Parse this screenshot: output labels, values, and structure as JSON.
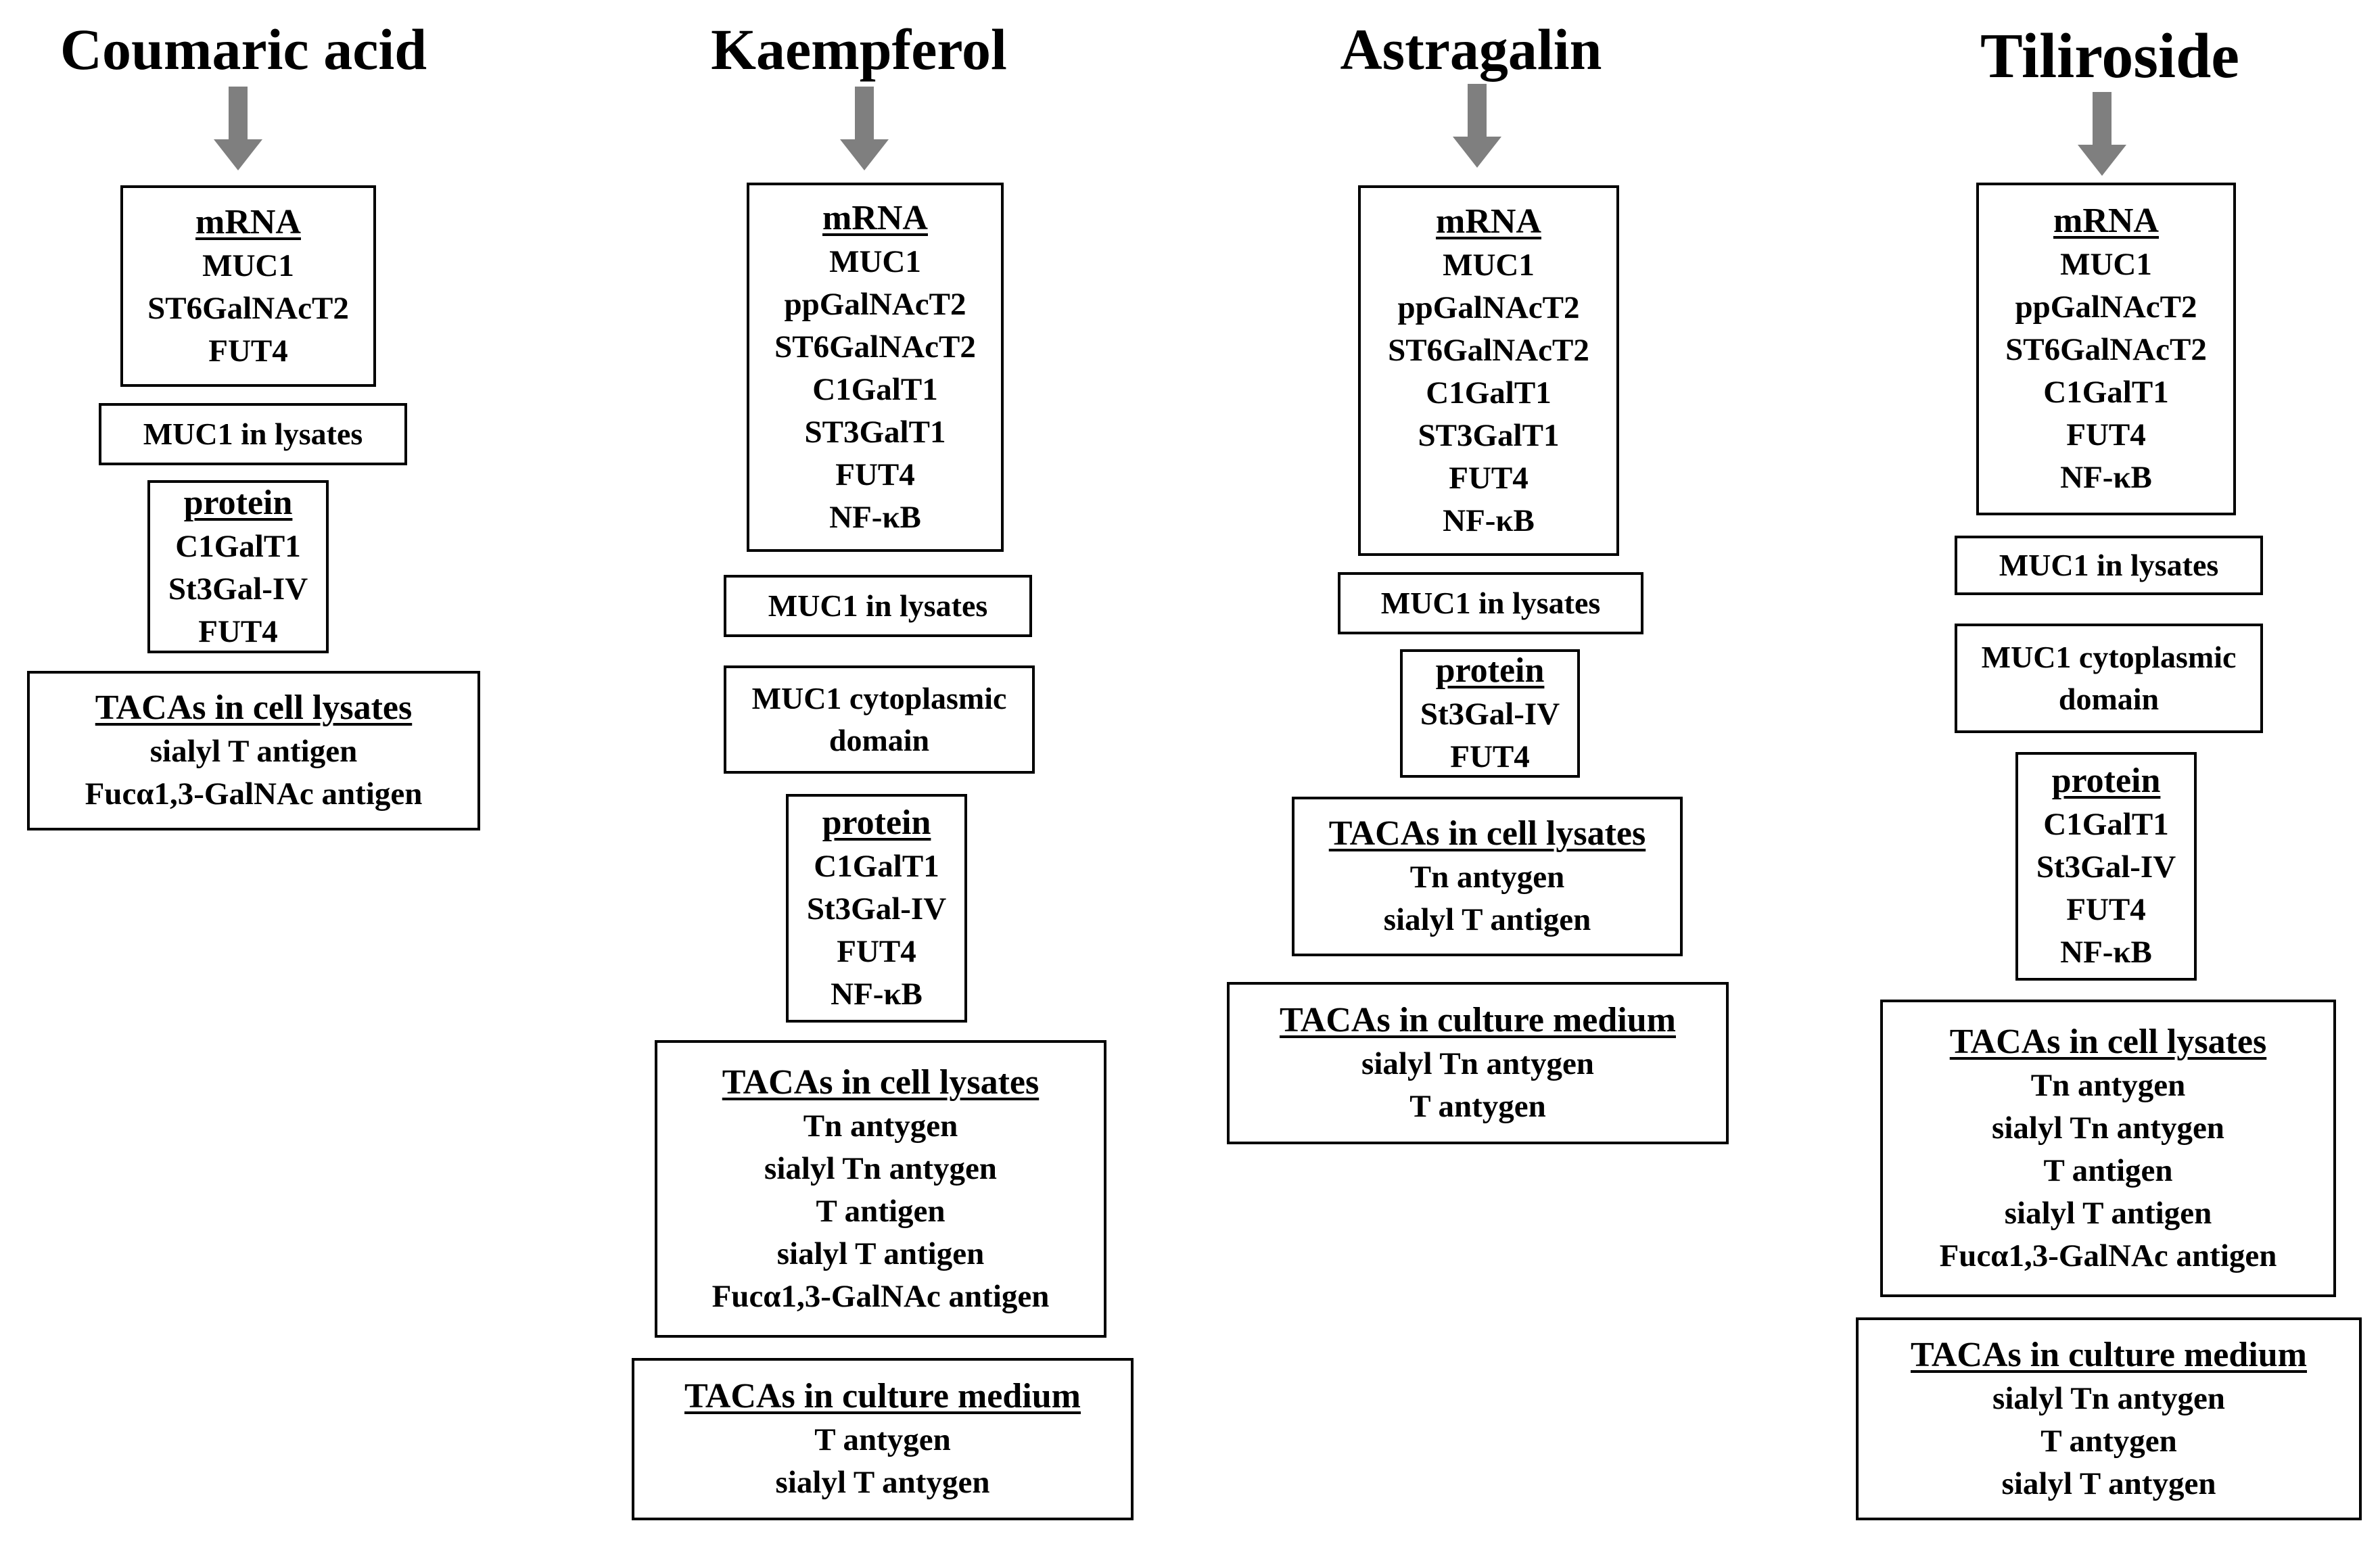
{
  "columns": [
    {
      "title": "Coumaric acid",
      "boxes": [
        {
          "heading": "mRNA",
          "lines": [
            "MUC1",
            "ST6GalNAcT2",
            "FUT4"
          ]
        },
        {
          "heading": null,
          "lines": [
            "MUC1 in lysates"
          ]
        },
        {
          "heading": "protein",
          "lines": [
            "C1GalT1",
            "St3Gal-IV",
            "FUT4"
          ]
        },
        {
          "heading": "TACAs in cell lysates",
          "lines": [
            "sialyl T antigen",
            "Fucα1,3-GalNAc  antigen"
          ]
        }
      ]
    },
    {
      "title": "Kaempferol",
      "boxes": [
        {
          "heading": "mRNA",
          "lines": [
            "MUC1",
            "ppGalNAcT2",
            "ST6GalNAcT2",
            "C1GalT1",
            "ST3GalT1",
            "FUT4",
            "NF-κB"
          ]
        },
        {
          "heading": null,
          "lines": [
            "MUC1 in lysates"
          ]
        },
        {
          "heading": null,
          "lines": [
            "MUC1 cytoplasmic",
            "domain"
          ]
        },
        {
          "heading": "protein",
          "lines": [
            "C1GalT1",
            "St3Gal-IV",
            "FUT4",
            "NF-κB"
          ]
        },
        {
          "heading": "TACAs in cell lysates",
          "lines": [
            "Tn antygen",
            "sialyl Tn antygen",
            "T antigen",
            "sialyl T antigen",
            "Fucα1,3-GalNAc  antigen"
          ]
        },
        {
          "heading": "TACAs in culture medium",
          "lines": [
            "T antygen",
            "sialyl T antygen"
          ]
        }
      ]
    },
    {
      "title": "Astragalin",
      "boxes": [
        {
          "heading": "mRNA",
          "lines": [
            "MUC1",
            "ppGalNAcT2",
            "ST6GalNAcT2",
            "C1GalT1",
            "ST3GalT1",
            "FUT4",
            "NF-κB"
          ]
        },
        {
          "heading": null,
          "lines": [
            "MUC1 in lysates"
          ]
        },
        {
          "heading": "protein",
          "lines": [
            "St3Gal-IV",
            "FUT4"
          ]
        },
        {
          "heading": "TACAs in cell lysates",
          "lines": [
            "Tn antygen",
            "sialyl T antigen"
          ]
        },
        {
          "heading": "TACAs in culture medium",
          "lines": [
            "sialyl Tn  antygen",
            "T antygen"
          ]
        }
      ]
    },
    {
      "title": "Tiliroside",
      "boxes": [
        {
          "heading": "mRNA",
          "lines": [
            "MUC1",
            "ppGalNAcT2",
            "ST6GalNAcT2",
            "C1GalT1",
            "FUT4",
            "NF-κB"
          ]
        },
        {
          "heading": null,
          "lines": [
            "MUC1 in lysates"
          ]
        },
        {
          "heading": null,
          "lines": [
            "MUC1 cytoplasmic",
            "domain"
          ]
        },
        {
          "heading": "protein",
          "lines": [
            "C1GalT1",
            "St3Gal-IV",
            "FUT4",
            "NF-κB"
          ]
        },
        {
          "heading": "TACAs in cell lysates",
          "lines": [
            "Tn antygen",
            "sialyl Tn antygen",
            "T antigen",
            "sialyl T antigen",
            "Fucα1,3-GalNAc  antigen"
          ]
        },
        {
          "heading": "TACAs in culture medium",
          "lines": [
            "sialyl Tn  antygen",
            "T antygen",
            "sialyl T antygen"
          ]
        }
      ]
    }
  ],
  "colors": {
    "arrow": "#7f7f7f",
    "border": "#000000",
    "text": "#000000",
    "background": "#ffffff"
  }
}
